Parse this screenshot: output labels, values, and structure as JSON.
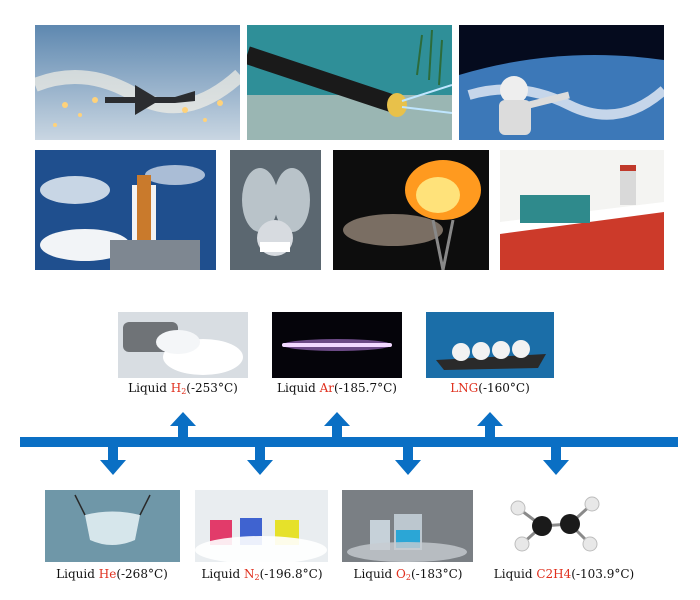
{
  "colors": {
    "timeline": "#0a6fc4",
    "highlight": "#e0301e",
    "text": "#111111"
  },
  "photos_top": [
    {
      "name": "aircraft-flares-photo"
    },
    {
      "name": "undersea-cable-photo"
    },
    {
      "name": "astronaut-space-photo"
    },
    {
      "name": "rocket-launch-photo"
    },
    {
      "name": "chest-xray-doctor-photo"
    },
    {
      "name": "airship-fire-photo"
    },
    {
      "name": "lng-ship-deck-photo"
    }
  ],
  "upper_items": [
    {
      "prefix": "Liquid ",
      "formula": "H",
      "sub": "2",
      "suffix": "(-253°C)"
    },
    {
      "prefix": "Liquid ",
      "formula": "Ar",
      "sub": "",
      "suffix": "(-185.7°C)"
    },
    {
      "prefix": "",
      "formula": "LNG",
      "sub": "",
      "suffix": "(-160°C)"
    }
  ],
  "lower_items": [
    {
      "prefix": "Liquid ",
      "formula": "He",
      "sub": "",
      "suffix": "(-268°C)"
    },
    {
      "prefix": "Liquid ",
      "formula": "N",
      "sub": "2",
      "suffix": "(-196.8°C)"
    },
    {
      "prefix": "Liquid ",
      "formula": "O",
      "sub": "2",
      "suffix": "(-183°C)"
    },
    {
      "prefix": "Liquid ",
      "formula": "C2H4",
      "sub": "",
      "suffix": "(-103.9°C)"
    }
  ]
}
